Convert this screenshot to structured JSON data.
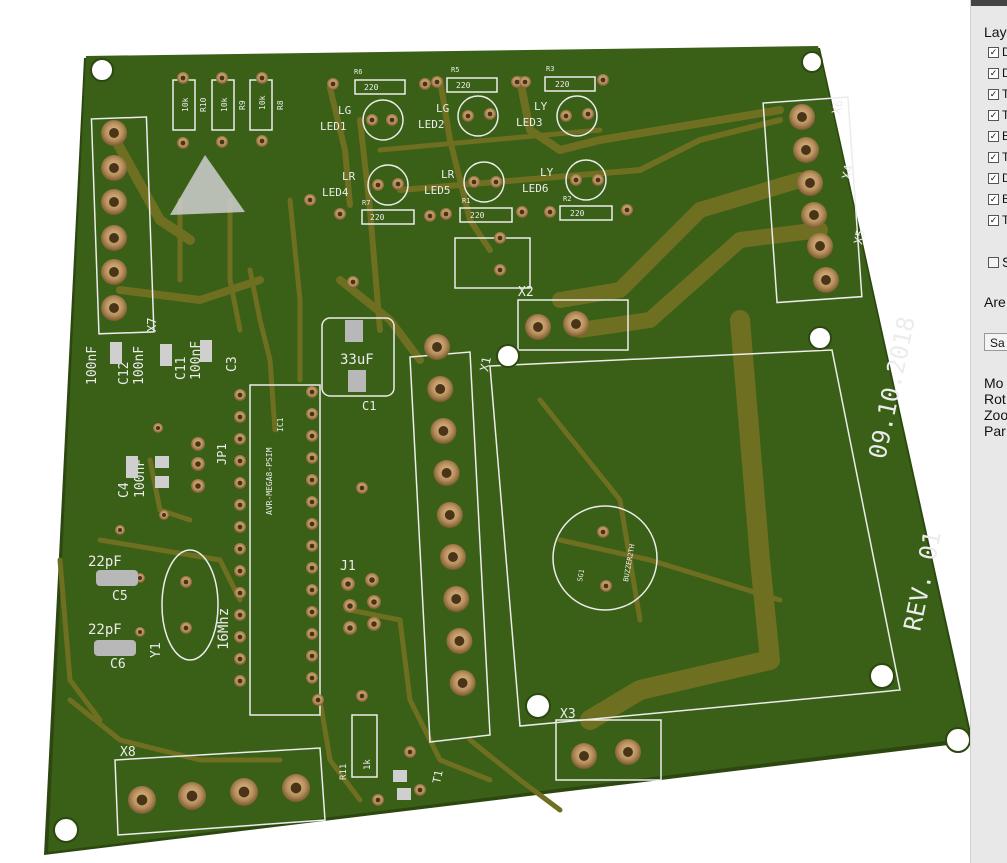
{
  "viewer": {
    "panel": {
      "layers_label": "Lay",
      "layers": [
        {
          "label": "D",
          "checked": true
        },
        {
          "label": "D",
          "checked": true
        },
        {
          "label": "T",
          "checked": true
        },
        {
          "label": "T",
          "checked": true
        },
        {
          "label": "B",
          "checked": true
        },
        {
          "label": "T",
          "checked": true
        },
        {
          "label": "D",
          "checked": true
        },
        {
          "label": "B",
          "checked": true
        },
        {
          "label": "T",
          "checked": true
        }
      ],
      "extra_toggle": {
        "label": "S",
        "checked": false
      },
      "area_label": "Are",
      "select_value": "Sa",
      "info": [
        "Mo",
        "Rot",
        "Zoo",
        "Par"
      ]
    }
  },
  "board": {
    "date_text": "09.10.2018",
    "revision_text": "REV. 01",
    "silkscreen": {
      "leds": [
        "LG",
        "LED1",
        "LG",
        "LED2",
        "LY",
        "LED3",
        "LR",
        "LED4",
        "LR",
        "LED5",
        "LY",
        "LED6"
      ],
      "resistors": [
        "R6",
        "220",
        "R5",
        "220",
        "R3",
        "220",
        "R7",
        "220",
        "R1",
        "220",
        "R2",
        "220"
      ],
      "vertical_resistors": [
        "10k",
        "R10",
        "10k",
        "R9",
        "10k",
        "R8"
      ],
      "caps": [
        "100nF",
        "C12",
        "100nF",
        "C11",
        "100nF",
        "C3",
        "C4",
        "100nF",
        "33uF",
        "C1",
        "22pF",
        "C5",
        "22pF",
        "C6"
      ],
      "crystal": [
        "16Mhz",
        "Y1"
      ],
      "ic": [
        "AVR-MEGA8-PSIM",
        "IC1"
      ],
      "connectors": [
        "X7",
        "X6",
        "X4",
        "X5",
        "X2",
        "X1",
        "X3",
        "X8",
        "J1",
        "JP1"
      ],
      "misc": [
        "R11",
        "1k",
        "T1",
        "BUZZER2TH",
        "SG1"
      ]
    }
  },
  "colors": {
    "board": "#3a5f16",
    "board_edge": "#2c4810",
    "trace": "#6e6f21",
    "pad": "#b8905e",
    "silk": "#ececec",
    "header": "#2f2f2f"
  }
}
